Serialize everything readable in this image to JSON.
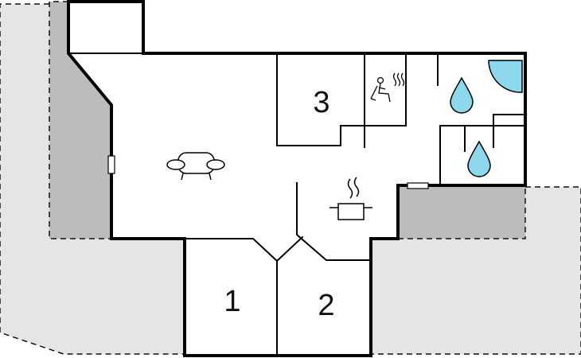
{
  "rooms": [
    {
      "id": "room-1",
      "label": "1"
    },
    {
      "id": "room-2",
      "label": "2"
    },
    {
      "id": "room-3",
      "label": "3"
    }
  ],
  "icons": {
    "sofa": "sofa-icon",
    "stove": "cooking-pot-icon",
    "sauna": "sauna-icon",
    "bath_top": "water-drop-icon",
    "bath_bottom": "water-drop-icon",
    "shower": "shower-quarter-circle-icon",
    "window_left": "window-icon",
    "window_right": "window-icon"
  },
  "colors": {
    "terrace": "#e5e5e5",
    "covered_terrace": "#bcbcbc",
    "wall": "#000000",
    "water": "#8ed8ee",
    "floor": "#ffffff"
  }
}
